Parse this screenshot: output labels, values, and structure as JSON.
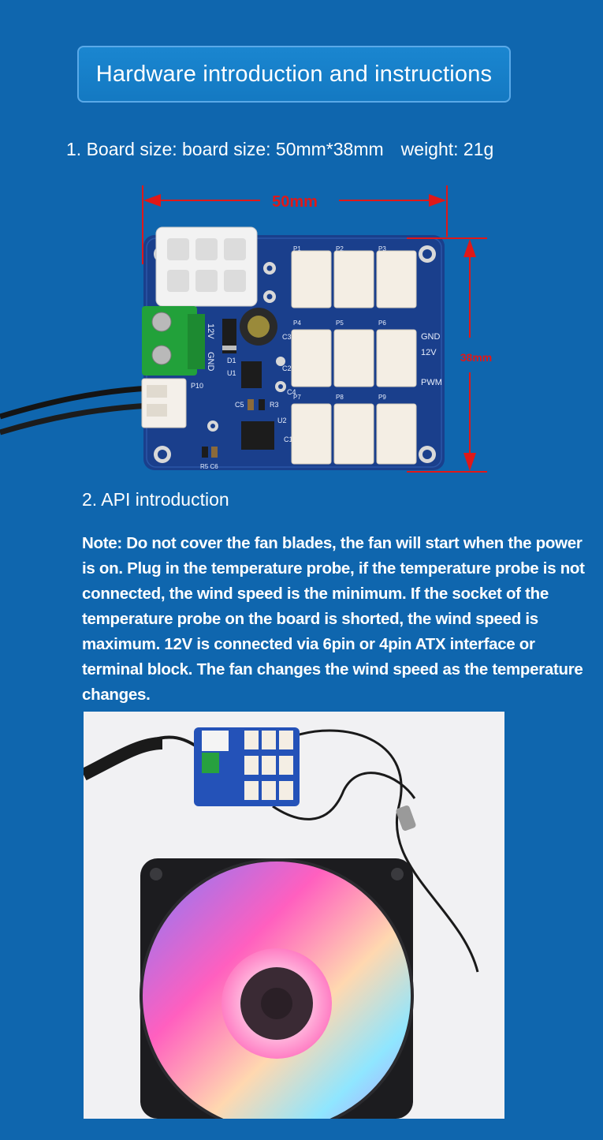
{
  "header": {
    "title": "Hardware introduction and instructions"
  },
  "board_size": {
    "text": "1. Board size: board size: 50mm*38mm",
    "weight": "weight: 21g"
  },
  "diagram": {
    "width_label": "50mm",
    "height_label": "38mm",
    "port_labels": [
      "P1",
      "P2",
      "P3",
      "P4",
      "P5",
      "P6",
      "P7",
      "P8",
      "P9"
    ],
    "side_labels": [
      "GND",
      "12V",
      "PWM"
    ],
    "terminal_labels": [
      "12V",
      "GND"
    ],
    "probe_label": "P10",
    "component_labels": [
      "D1",
      "U1",
      "C2",
      "C3",
      "C4",
      "C5",
      "R3",
      "U2",
      "R5 C6",
      "C1"
    ],
    "dimension_color": "#e01818"
  },
  "api": {
    "title": "2. API introduction",
    "note": "Note: Do not cover the fan blades, the fan will start when the power is on. Plug in the temperature probe, if the temperature probe is not connected, the wind speed is the minimum. If the socket of the temperature probe on the board is shorted, the wind speed is maximum. 12V is connected via 6pin or 4pin ATX interface or terminal block. The fan changes the wind speed as the temperature changes."
  }
}
